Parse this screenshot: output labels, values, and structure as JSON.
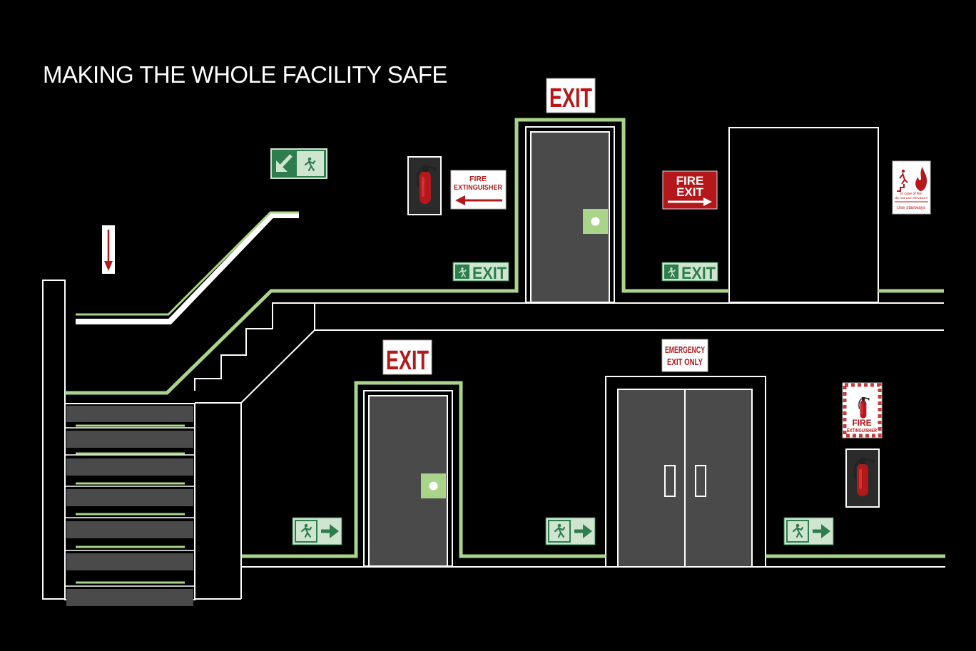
{
  "title": "MAKING THE WHOLE FACILITY SAFE",
  "colors": {
    "background": "#000000",
    "glow_green": "#a9d48a",
    "outline": "#ffffff",
    "door_fill": "#4a4a4a",
    "sign_red": "#b5181b",
    "sign_green": "#2f7d4f",
    "sign_green_bg": "#cfe5cf"
  },
  "signs": {
    "exit_upper": "EXIT",
    "exit_lower": "EXIT",
    "green_exit_1": "EXIT",
    "green_exit_2": "EXIT",
    "fire_extinguisher": {
      "line1": "FIRE",
      "line2": "EXTINGUISHER"
    },
    "fire_exit": {
      "line1": "FIRE",
      "line2": "EXIT"
    },
    "emergency_exit": {
      "line1": "EMERGENCY",
      "line2": "EXIT ONLY"
    },
    "stairway_notice": {
      "small1": "In case of fire",
      "small2": "do not use elevators",
      "footer": "Use stairways"
    },
    "fire_extinguisher_vertical": {
      "line1": "FIRE",
      "line2": "EXTINGUISHER"
    }
  },
  "icons": [
    "running-man-icon",
    "arrow-right-icon",
    "arrow-down-left-icon",
    "arrow-down-icon",
    "fire-extinguisher-icon",
    "flame-icon"
  ]
}
